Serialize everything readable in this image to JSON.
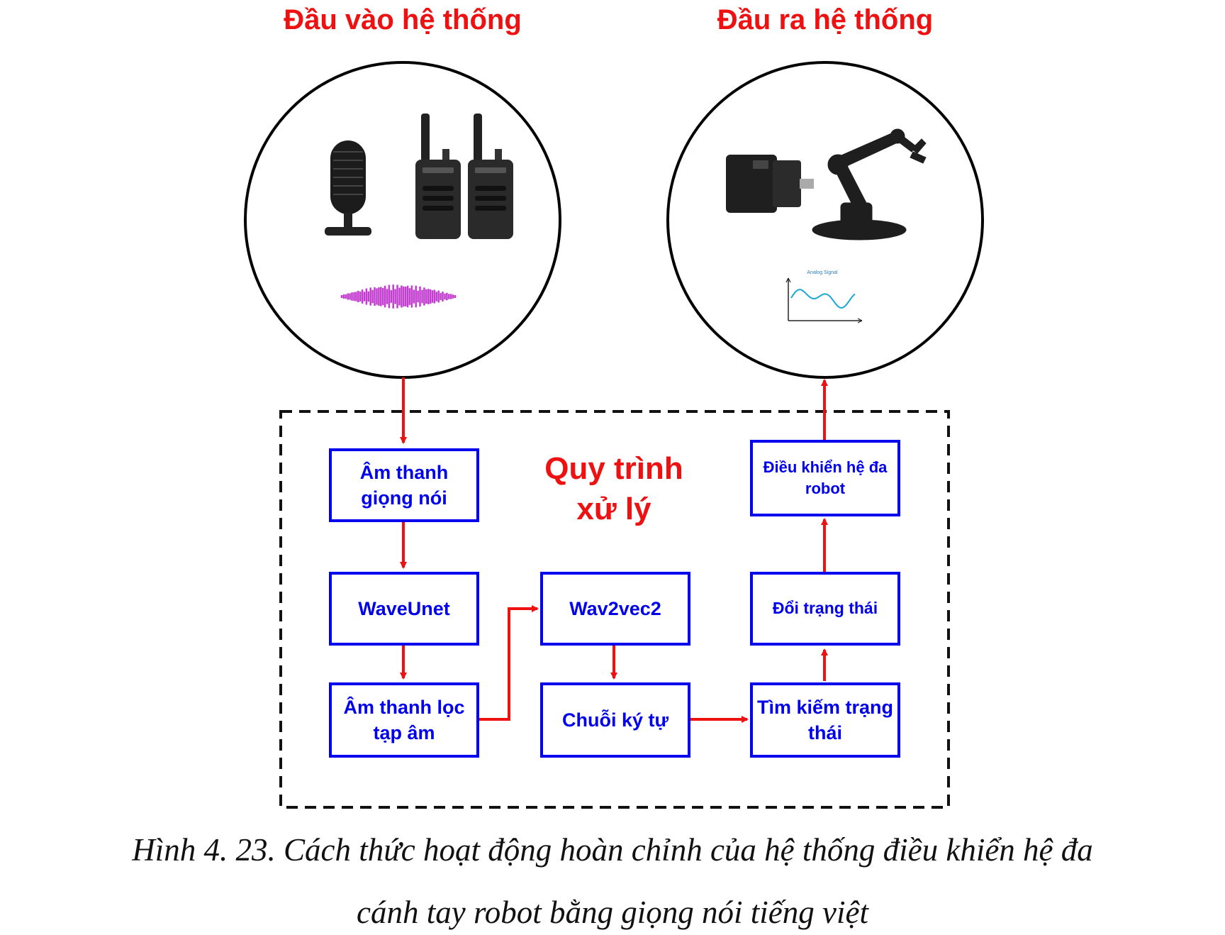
{
  "headings": {
    "input": "Đầu vào hệ thống",
    "output": "Đầu ra hệ thống"
  },
  "process": {
    "title_line1": "Quy trình",
    "title_line2": "xử lý"
  },
  "boxes": {
    "audio": "Âm thanh giọng nói",
    "waveunet": "WaveUnet",
    "filtered": "Âm thanh lọc tạp âm",
    "wav2vec2": "Wav2vec2",
    "charseq": "Chuỗi ký tự",
    "search": "Tìm kiếm trạng thái",
    "change": "Đổi trạng thái",
    "control": "Điều khiển hệ đa robot"
  },
  "output_icons": {
    "signal_chart_title": "Analog Signal"
  },
  "caption": {
    "line1": "Hình  4. 23. Cách thức hoạt động hoàn chỉnh của hệ thống điều khiển hệ đa",
    "line2": "cánh tay robot bằng giọng nói tiếng việt"
  },
  "colors": {
    "heading": "#ee1111",
    "box_border": "#0000ee",
    "arrow": "#ee1111"
  }
}
